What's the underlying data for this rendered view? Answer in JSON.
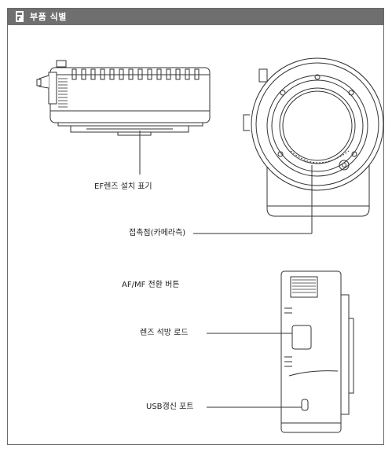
{
  "header": {
    "title": "부품 식별"
  },
  "labels": {
    "ef_mount_index": "EF렌즈 설치 표기",
    "contacts_camera_side": "접촉점(카메라측)",
    "af_mf_switch": "AF/MF 전환 버튼",
    "lens_release_lock": "렌즈 석방 로드",
    "usb_update_port": "USB갱신 포트"
  },
  "icons": {
    "header": "manual-page-icon"
  }
}
